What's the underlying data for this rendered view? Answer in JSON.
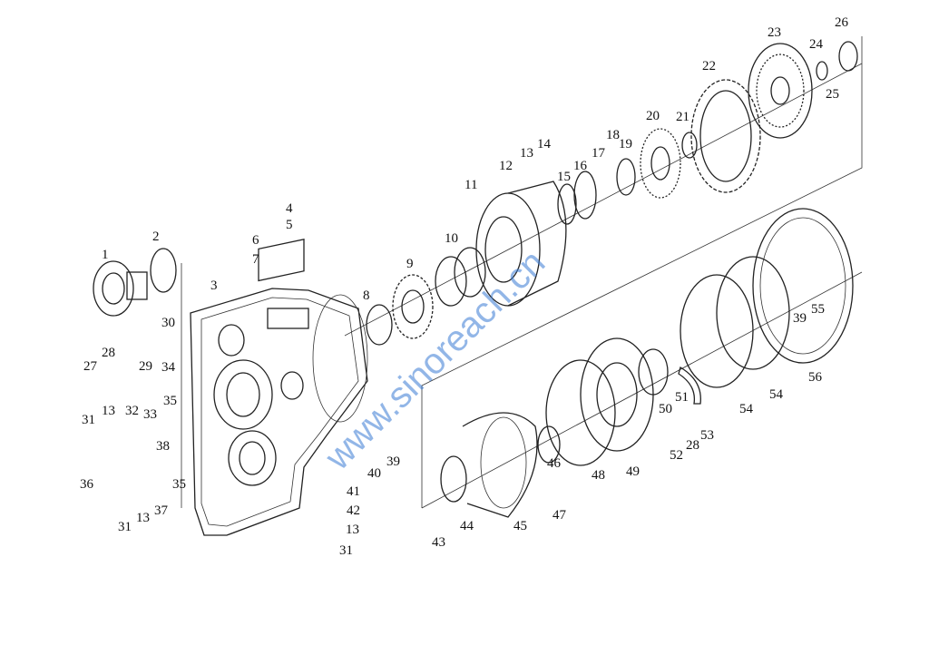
{
  "diagram": {
    "type": "exploded-parts-diagram",
    "watermark": "www.sinoreach.cn",
    "labels": [
      "1",
      "2",
      "3",
      "4",
      "5",
      "6",
      "7",
      "8",
      "9",
      "10",
      "11",
      "12",
      "13",
      "14",
      "15",
      "16",
      "17",
      "18",
      "19",
      "20",
      "21",
      "22",
      "23",
      "24",
      "25",
      "26",
      "27",
      "28",
      "29",
      "30",
      "31",
      "13",
      "32",
      "33",
      "34",
      "35",
      "38",
      "35",
      "36",
      "31",
      "13",
      "37",
      "39",
      "40",
      "41",
      "42",
      "13",
      "31",
      "43",
      "44",
      "45",
      "46",
      "47",
      "48",
      "49",
      "50",
      "51",
      "52",
      "28",
      "53",
      "54",
      "54",
      "56",
      "39",
      "55"
    ]
  }
}
